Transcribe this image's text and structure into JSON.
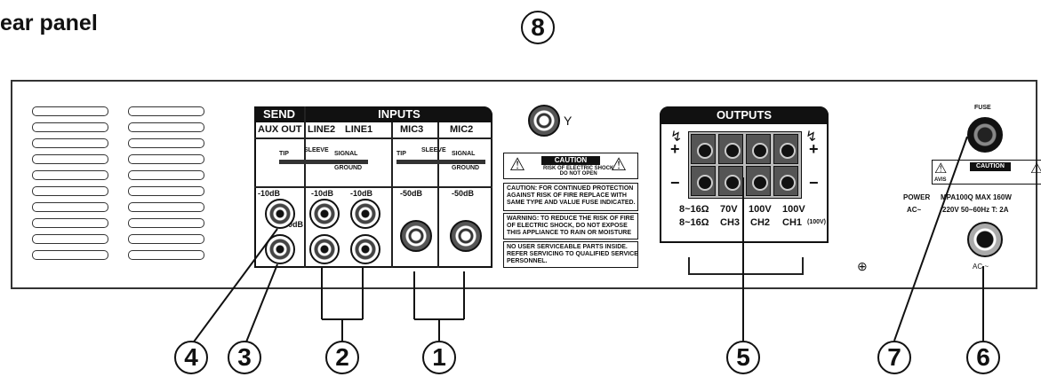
{
  "title": "ear panel",
  "sections": {
    "send": "SEND",
    "inputs": "INPUTS",
    "outputs": "OUTPUTS",
    "fuse": "FUSE"
  },
  "columns": {
    "aux_out": "AUX OUT",
    "line2": "LINE2",
    "line1": "LINE1",
    "mic3": "MIC3",
    "mic2": "MIC2"
  },
  "levels": {
    "aux_out": "-10dB",
    "line2": "-10dB",
    "line1": "-10dB",
    "mic3": "-50dB",
    "mic2": "-50dB",
    "aux_low": "0dB"
  },
  "plug_labels": {
    "tip": "TIP",
    "sleeve": "SLEEVE",
    "signal": "SIGNAL",
    "ground": "GROUND"
  },
  "caution": {
    "header": "CAUTION",
    "sub": "RISK OF ELECTRIC SHOCK\nDO NOT OPEN",
    "text1": "CAUTION: FOR CONTINUED PROTECTION\nAGAINST RISK OF FIRE REPLACE WITH\nSAME TYPE AND VALUE FUSE INDICATED.",
    "text2": "WARNING: TO REDUCE THE RISK OF FIRE\nOF ELECTRIC SHOCK, DO NOT EXPOSE\nTHIS APPLIANCE TO RAIN OR MOISTURE",
    "text3": "NO USER SERVICEABLE PARTS INSIDE.\nREFER SERVICING TO QUALIFIED SERVICE\nPERSONNEL."
  },
  "output_labels": {
    "row1": [
      "8~16Ω",
      "70V",
      "100V",
      "100V"
    ],
    "row2": [
      "8~16Ω",
      "CH3",
      "CH2",
      "CH1"
    ],
    "suffix": "(100V)"
  },
  "power": {
    "label": "POWER",
    "ac": "AC~",
    "model": "MPA100Q  MAX 160W",
    "rating": "220V  50~60Hz T: 2A",
    "socket": "AC ~",
    "caution_small": "CAUTION",
    "avis": "AVIS"
  },
  "callouts": [
    "8",
    "4",
    "3",
    "2",
    "1",
    "5",
    "7",
    "6"
  ]
}
